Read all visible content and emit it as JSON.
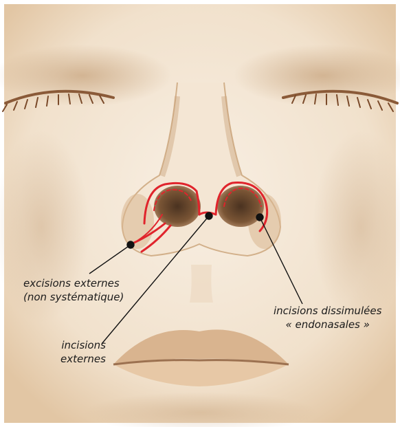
{
  "labels": {
    "excisions_line1": "excisions externes",
    "excisions_line2": "(non systématique)",
    "incisions_ext_line1": "incisions",
    "incisions_ext_line2": "externes",
    "incisions_endo_line1": "incisions dissimulées",
    "incisions_endo_line2": "« endonasales »"
  },
  "colors": {
    "skin_light": "#f6ecdf",
    "skin_mid": "#e6cdae",
    "skin_shadow": "#b98f63",
    "incision_red": "#e0242c",
    "pointer": "#111111"
  }
}
